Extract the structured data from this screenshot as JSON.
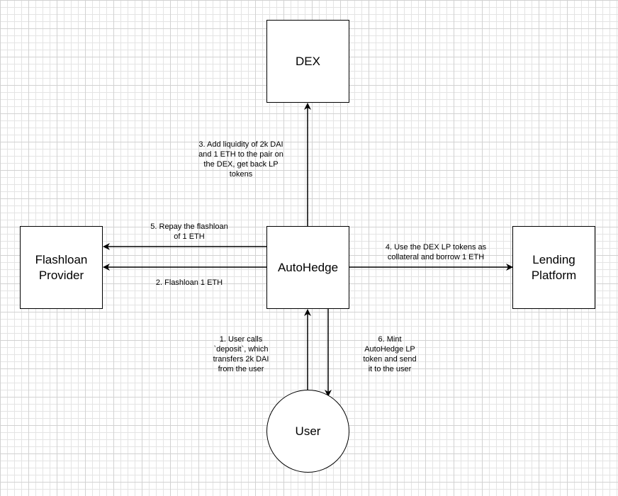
{
  "nodes": {
    "dex": "DEX",
    "autohedge": "AutoHedge",
    "flashloan": [
      "Flashloan",
      "Provider"
    ],
    "lending": [
      "Lending",
      "Platform"
    ],
    "user": "User"
  },
  "edges": {
    "step1": [
      "1. User calls",
      "`deposit`, which",
      "transfers 2k DAI",
      "from the user"
    ],
    "step2": [
      "2. Flashloan 1 ETH"
    ],
    "step3": [
      "3. Add liquidity of 2k DAI",
      "and 1 ETH to the pair on",
      "the DEX, get back LP",
      "tokens"
    ],
    "step4": [
      "4. Use the DEX LP tokens as",
      "collateral and borrow 1 ETH"
    ],
    "step5": [
      "5. Repay the flashloan",
      "of 1 ETH"
    ],
    "step6": [
      "6. Mint",
      "AutoHedge LP",
      "token and send",
      "it to the user"
    ]
  }
}
